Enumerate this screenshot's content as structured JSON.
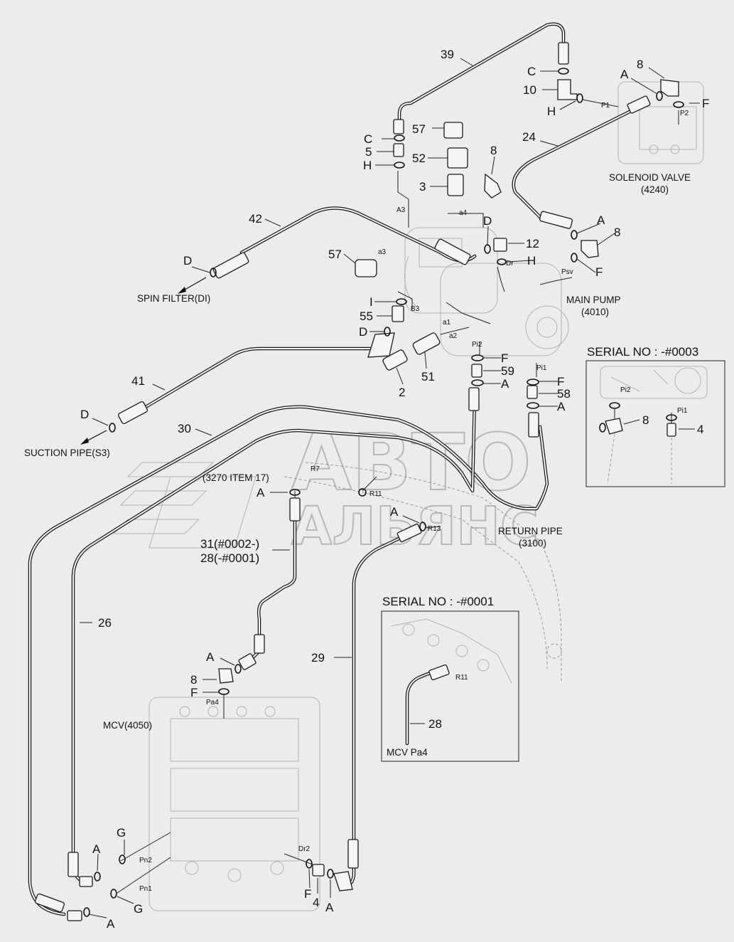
{
  "watermark": {
    "line1": "АВТО",
    "line2": "АЛЬЯНС"
  },
  "components": {
    "solenoid": {
      "line1": "SOLENOID VALVE",
      "line2": "(4240)"
    },
    "pump": {
      "line1": "MAIN PUMP",
      "line2": "(4010)"
    },
    "return_pipe": {
      "line1": "RETURN PIPE",
      "line2": "(3100)"
    },
    "mcv": "MCV(4050)",
    "spin_filter": "SPIN FILTER(DI)",
    "suction": "SUCTION PIPE(S3)",
    "item_3270": "(3270 ITEM 17)",
    "p31": "31(#0002-)",
    "p28": "28(-#0001)"
  },
  "insets": [
    {
      "title": "SERIAL NO : -#0003"
    },
    {
      "title": "SERIAL NO : -#0001",
      "footer": "MCV  Pa4"
    }
  ],
  "callouts": {
    "c39": "39",
    "cC1": "C",
    "c10": "10",
    "cH1": "H",
    "cA1": "A",
    "c8a": "8",
    "cF1": "F",
    "c24": "24",
    "c57a": "57",
    "cC2": "C",
    "c5": "5",
    "cH2": "H",
    "c52": "52",
    "c8b": "8",
    "c3": "3",
    "c42": "42",
    "cD1": "D",
    "c57b": "57",
    "cD2": "D",
    "c12": "12",
    "cH3": "H",
    "cA2": "A",
    "c8c": "8",
    "cF2": "F",
    "cI": "I",
    "c55": "55",
    "cD3": "D",
    "c51": "51",
    "c2": "2",
    "cF3": "F",
    "c59": "59",
    "cA3": "A",
    "cF4": "F",
    "c58": "58",
    "cA4": "A",
    "c41": "41",
    "cD4": "D",
    "c30": "30",
    "cA5": "A",
    "cA6": "A",
    "c26": "26",
    "c29": "29",
    "cA7": "A",
    "c8d": "8",
    "cF5": "F",
    "cG1": "G",
    "cA8": "A",
    "cG2": "G",
    "cA9": "A",
    "cF6": "F",
    "c4a": "4",
    "cA10": "A",
    "c8e": "8",
    "c4b": "4",
    "c28": "28"
  },
  "ports": {
    "P1": "P1",
    "P2": "P2",
    "A3": "A3",
    "a3": "a3",
    "a4": "a4",
    "Dr": "Dr",
    "Psv": "Psv",
    "B3": "B3",
    "a1": "a1",
    "a2": "a2",
    "Pi2": "Pi2",
    "Pi1": "Pi1",
    "R7": "R7",
    "R11": "R11",
    "R13": "R13",
    "Pa4": "Pa4",
    "Pn2": "Pn2",
    "Pn1": "Pn1",
    "Dr2": "Dr2",
    "Pi2b": "Pi2",
    "Pi1b": "Pi1",
    "R11b": "R11"
  }
}
